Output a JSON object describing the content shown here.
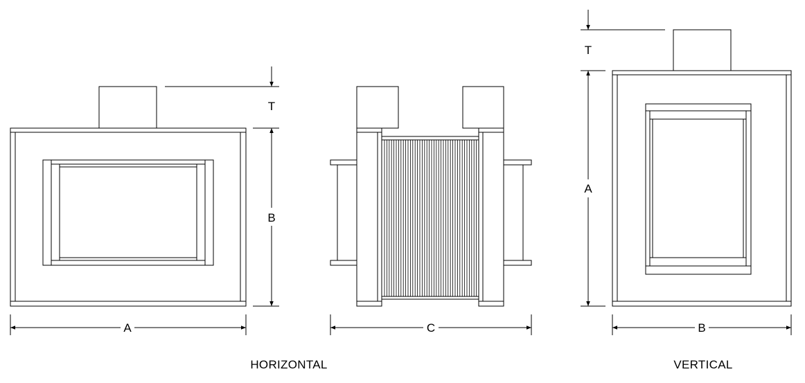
{
  "labels": {
    "horizontal_caption": "HORIZONTAL",
    "vertical_caption": "VERTICAL",
    "horizontal_width_dim": "A",
    "horizontal_height_dim": "B",
    "horizontal_top_dim": "T",
    "side_width_dim": "C",
    "vertical_height_dim": "A",
    "vertical_width_dim": "B",
    "vertical_top_dim": "T"
  }
}
